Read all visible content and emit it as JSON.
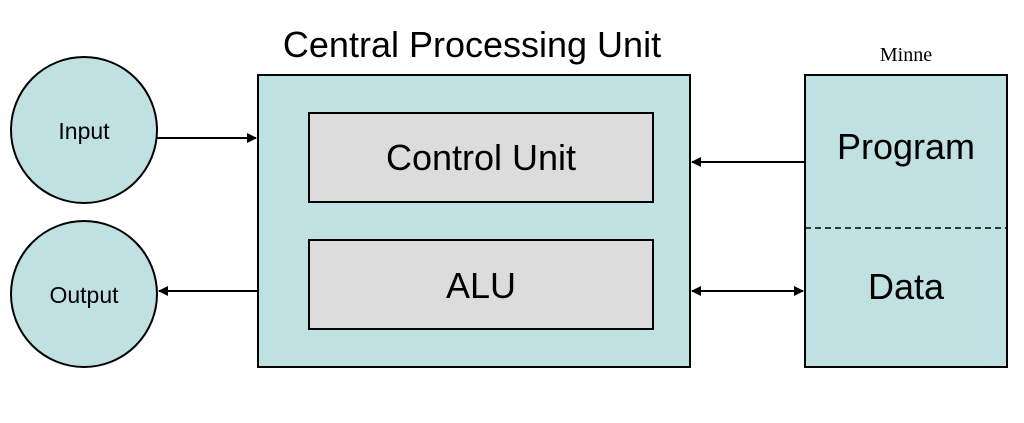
{
  "cpu": {
    "title": "Central Processing Unit",
    "control_unit_label": "Control Unit",
    "alu_label": "ALU"
  },
  "io": {
    "input_label": "Input",
    "output_label": "Output"
  },
  "memory": {
    "title": "Minne",
    "program_label": "Program",
    "data_label": "Data"
  },
  "colors": {
    "box_fill": "#bfe1e2",
    "inner_fill": "#dcdcdc",
    "stroke": "#000000"
  }
}
